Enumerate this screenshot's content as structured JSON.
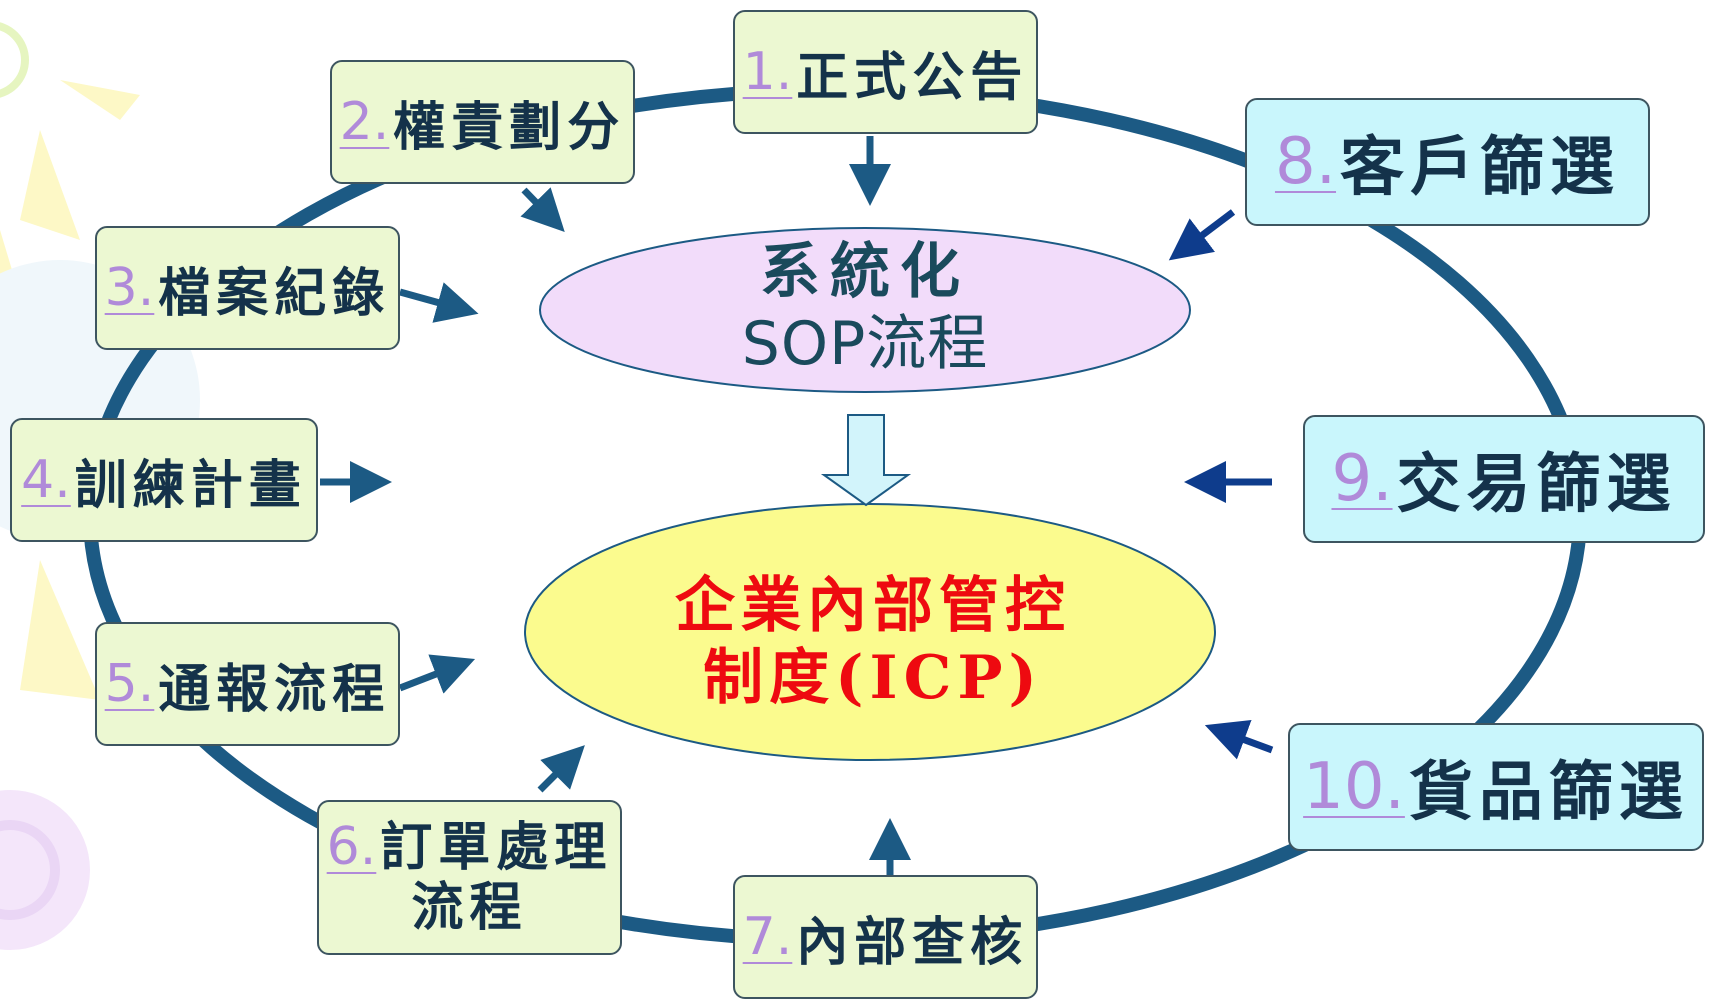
{
  "colors": {
    "ring": "#1c5a84",
    "arrow": "#1c5a84",
    "arrow_right": "#0e3c8c",
    "box_green": "#ecf8d2",
    "box_cyan": "#c9f6fc",
    "number_purple": "#b08ad9",
    "sop_fill": "#f2dcfa",
    "icp_fill": "#fbfb8e",
    "icp_text": "#ee0a10",
    "label_text": "#14324a"
  },
  "center": {
    "sop": {
      "line1": "系統化",
      "line2": "SOP流程"
    },
    "icp": {
      "line1": "企業內部管控",
      "line2": "制度(ICP)"
    }
  },
  "nodes": [
    {
      "number": "1.",
      "label": "正式公告"
    },
    {
      "number": "2.",
      "label": "權責劃分"
    },
    {
      "number": "3.",
      "label": "檔案紀錄"
    },
    {
      "number": "4.",
      "label": "訓練計畫"
    },
    {
      "number": "5.",
      "label": "通報流程"
    },
    {
      "number": "6.",
      "label": "訂單處理",
      "label2": "流程"
    },
    {
      "number": "7.",
      "label": "內部查核"
    },
    {
      "number": "8.",
      "label": "客戶篩選"
    },
    {
      "number": "9.",
      "label": "交易篩選"
    },
    {
      "number": "10.",
      "label": "貨品篩選"
    }
  ]
}
